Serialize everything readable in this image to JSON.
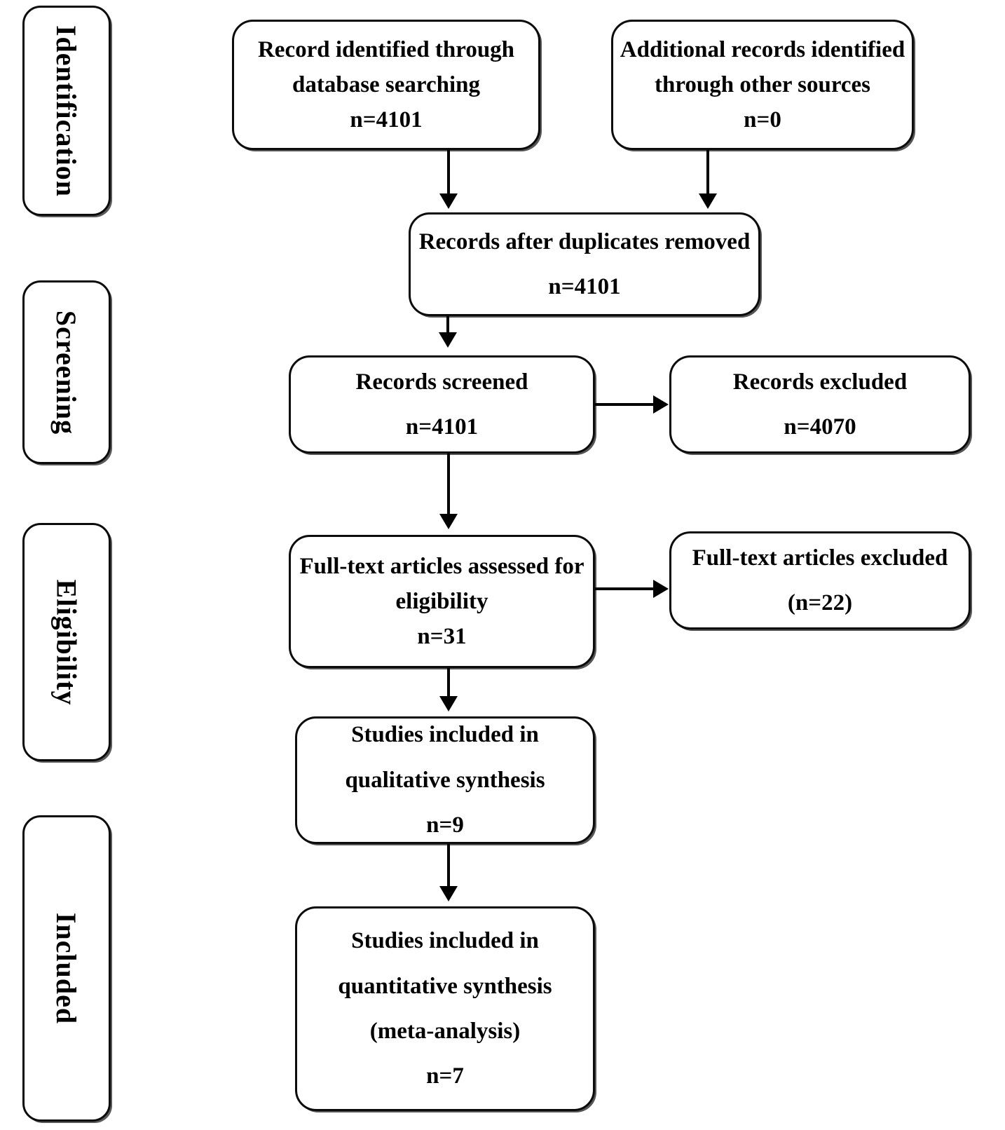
{
  "diagram": {
    "type": "prisma-flow-diagram",
    "title": "PRISMA study selection flow diagram"
  },
  "stages": [
    {
      "id": "identification",
      "label": "Identification"
    },
    {
      "id": "screening",
      "label": "Screening"
    },
    {
      "id": "eligibility",
      "label": "Eligibility"
    },
    {
      "id": "included",
      "label": "Included"
    }
  ],
  "boxes": {
    "database_search": {
      "line1": "Record identified through",
      "line2": "database searching",
      "line3": "n=4101"
    },
    "other_sources": {
      "line1": "Additional records identified",
      "line2": "through other sources",
      "line3": "n=0"
    },
    "duplicates_removed": {
      "line1": "Records after duplicates removed",
      "line2": "n=4101"
    },
    "records_screened": {
      "line1": "Records screened",
      "line2": "n=4101"
    },
    "records_excluded": {
      "line1": "Records excluded",
      "line2": "n=4070"
    },
    "fulltext_assessed": {
      "line1": "Full-text articles assessed for",
      "line2": "eligibility",
      "line3": "n=31"
    },
    "fulltext_excluded": {
      "line1": "Full-text articles excluded",
      "line2": "(n=22)"
    },
    "qualitative_synthesis": {
      "line1": "Studies included in",
      "line2": "qualitative synthesis",
      "line3": "n=9"
    },
    "quantitative_synthesis": {
      "line1": "Studies included in",
      "line2": "quantitative synthesis",
      "line3": "(meta-analysis)",
      "line4": "n=7"
    }
  },
  "chart_data": {
    "type": "diagram",
    "title": "PRISMA flow of information through the phases of the systematic review",
    "nodes": [
      {
        "id": "database_search",
        "stage": "Identification",
        "label": "Record identified through database searching",
        "n": 4101
      },
      {
        "id": "other_sources",
        "stage": "Identification",
        "label": "Additional records identified through other sources",
        "n": 0
      },
      {
        "id": "duplicates_removed",
        "stage": "Screening",
        "label": "Records after duplicates removed",
        "n": 4101
      },
      {
        "id": "records_screened",
        "stage": "Screening",
        "label": "Records screened",
        "n": 4101
      },
      {
        "id": "records_excluded",
        "stage": "Screening",
        "label": "Records excluded",
        "n": 4070
      },
      {
        "id": "fulltext_assessed",
        "stage": "Eligibility",
        "label": "Full-text articles assessed for eligibility",
        "n": 31
      },
      {
        "id": "fulltext_excluded",
        "stage": "Eligibility",
        "label": "Full-text articles excluded",
        "n": 22
      },
      {
        "id": "qualitative_synthesis",
        "stage": "Included",
        "label": "Studies included in qualitative synthesis",
        "n": 9
      },
      {
        "id": "quantitative_synthesis",
        "stage": "Included",
        "label": "Studies included in quantitative synthesis (meta-analysis)",
        "n": 7
      }
    ],
    "edges": [
      {
        "from": "database_search",
        "to": "duplicates_removed",
        "direction": "down"
      },
      {
        "from": "other_sources",
        "to": "duplicates_removed",
        "direction": "down"
      },
      {
        "from": "duplicates_removed",
        "to": "records_screened",
        "direction": "down"
      },
      {
        "from": "records_screened",
        "to": "records_excluded",
        "direction": "right"
      },
      {
        "from": "records_screened",
        "to": "fulltext_assessed",
        "direction": "down"
      },
      {
        "from": "fulltext_assessed",
        "to": "fulltext_excluded",
        "direction": "right"
      },
      {
        "from": "fulltext_assessed",
        "to": "qualitative_synthesis",
        "direction": "down"
      },
      {
        "from": "qualitative_synthesis",
        "to": "quantitative_synthesis",
        "direction": "down"
      }
    ]
  },
  "colors": {
    "background": "#ffffff",
    "stroke": "#000000",
    "text": "#000000"
  }
}
